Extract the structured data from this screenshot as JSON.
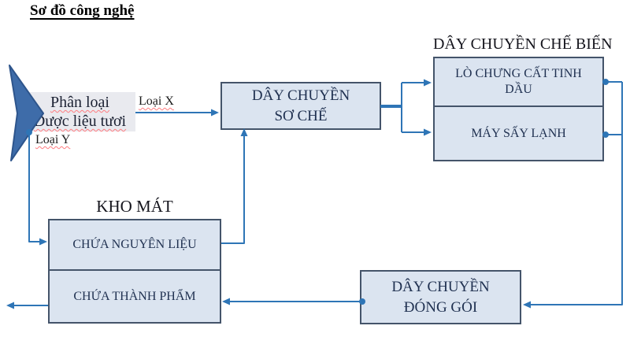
{
  "title": "Sơ đồ công nghệ",
  "nodes": {
    "phan_loai": {
      "line1": "Phân loại",
      "line2": "Dược liệu tươi"
    },
    "so_che": {
      "line1": "DÂY CHUYỀN",
      "line2": "SƠ CHẾ"
    },
    "che_bien": {
      "heading": "DÂY CHUYỀN CHẾ BIẾN",
      "cell1": "LÒ CHƯNG CẤT TINH DẦU",
      "cell2": "MÁY SẤY LẠNH"
    },
    "kho_mat": {
      "heading": "KHO MÁT",
      "cell1": "CHỨA NGUYÊN LIỆU",
      "cell2": "CHỨA THÀNH PHẨM"
    },
    "dong_goi": {
      "line1": "DÂY CHUYỀN",
      "line2": "ĐÓNG GÓI"
    }
  },
  "edge_labels": {
    "loai_x": "Loại X",
    "loai_y": "Loại Y"
  },
  "colors": {
    "connector": "#2E75B6",
    "box_fill": "#DBE4F0",
    "box_border": "#44546A",
    "text_navy": "#1F3050",
    "heading_text": "#15151D",
    "phan_loai_fill": "#E9EAEF",
    "chevron_fill": "#3E6CA9",
    "chevron_border": "#2E558C",
    "squiggle": "#FF7C80"
  }
}
